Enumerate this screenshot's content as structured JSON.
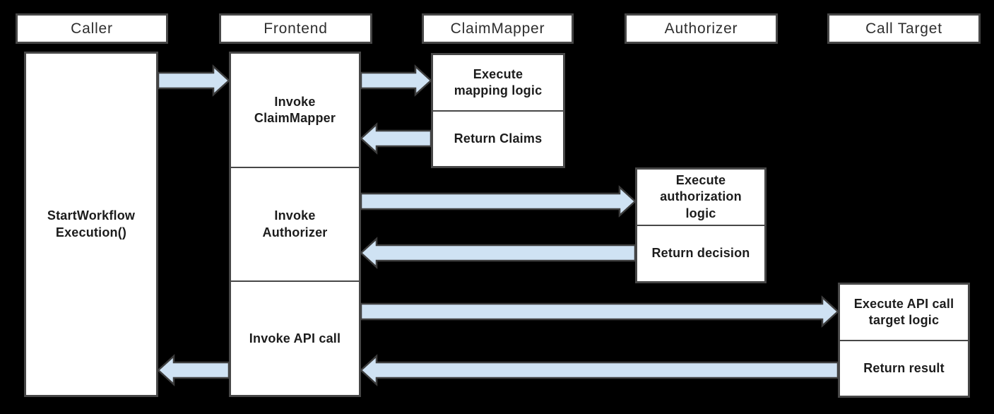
{
  "diagram": {
    "type": "sequence-flow",
    "background_color": "#000000",
    "box_fill": "#ffffff",
    "border_color": "#474747",
    "arrow_fill": "#cfe2f3",
    "arrow_outline": "#3d3d3d",
    "lifelines": [
      {
        "id": "caller",
        "label": "Caller"
      },
      {
        "id": "frontend",
        "label": "Frontend"
      },
      {
        "id": "claimmapper",
        "label": "ClaimMapper"
      },
      {
        "id": "authorizer",
        "label": "Authorizer"
      },
      {
        "id": "calltarget",
        "label": "Call Target"
      }
    ],
    "activations": {
      "caller": {
        "label": "StartWorkflow\nExecution()"
      },
      "frontend": {
        "steps": [
          {
            "label": "Invoke\nClaimMapper"
          },
          {
            "label": "Invoke\nAuthorizer"
          },
          {
            "label": "Invoke API call"
          }
        ]
      },
      "claimmapper": {
        "steps": [
          {
            "label": "Execute\nmapping logic"
          },
          {
            "label": "Return Claims"
          }
        ]
      },
      "authorizer": {
        "steps": [
          {
            "label": "Execute\nauthorization\nlogic"
          },
          {
            "label": "Return decision"
          }
        ]
      },
      "calltarget": {
        "steps": [
          {
            "label": "Execute API call\ntarget logic"
          },
          {
            "label": "Return result"
          }
        ]
      }
    },
    "messages": [
      {
        "from": "Caller",
        "to": "Frontend",
        "direction": "right"
      },
      {
        "from": "Frontend",
        "to": "ClaimMapper",
        "direction": "right"
      },
      {
        "from": "ClaimMapper",
        "to": "Frontend",
        "direction": "left"
      },
      {
        "from": "Frontend",
        "to": "Authorizer",
        "direction": "right"
      },
      {
        "from": "Authorizer",
        "to": "Frontend",
        "direction": "left"
      },
      {
        "from": "Frontend",
        "to": "Call Target",
        "direction": "right"
      },
      {
        "from": "Call Target",
        "to": "Frontend",
        "direction": "left"
      },
      {
        "from": "Frontend",
        "to": "Caller",
        "direction": "left"
      }
    ]
  }
}
